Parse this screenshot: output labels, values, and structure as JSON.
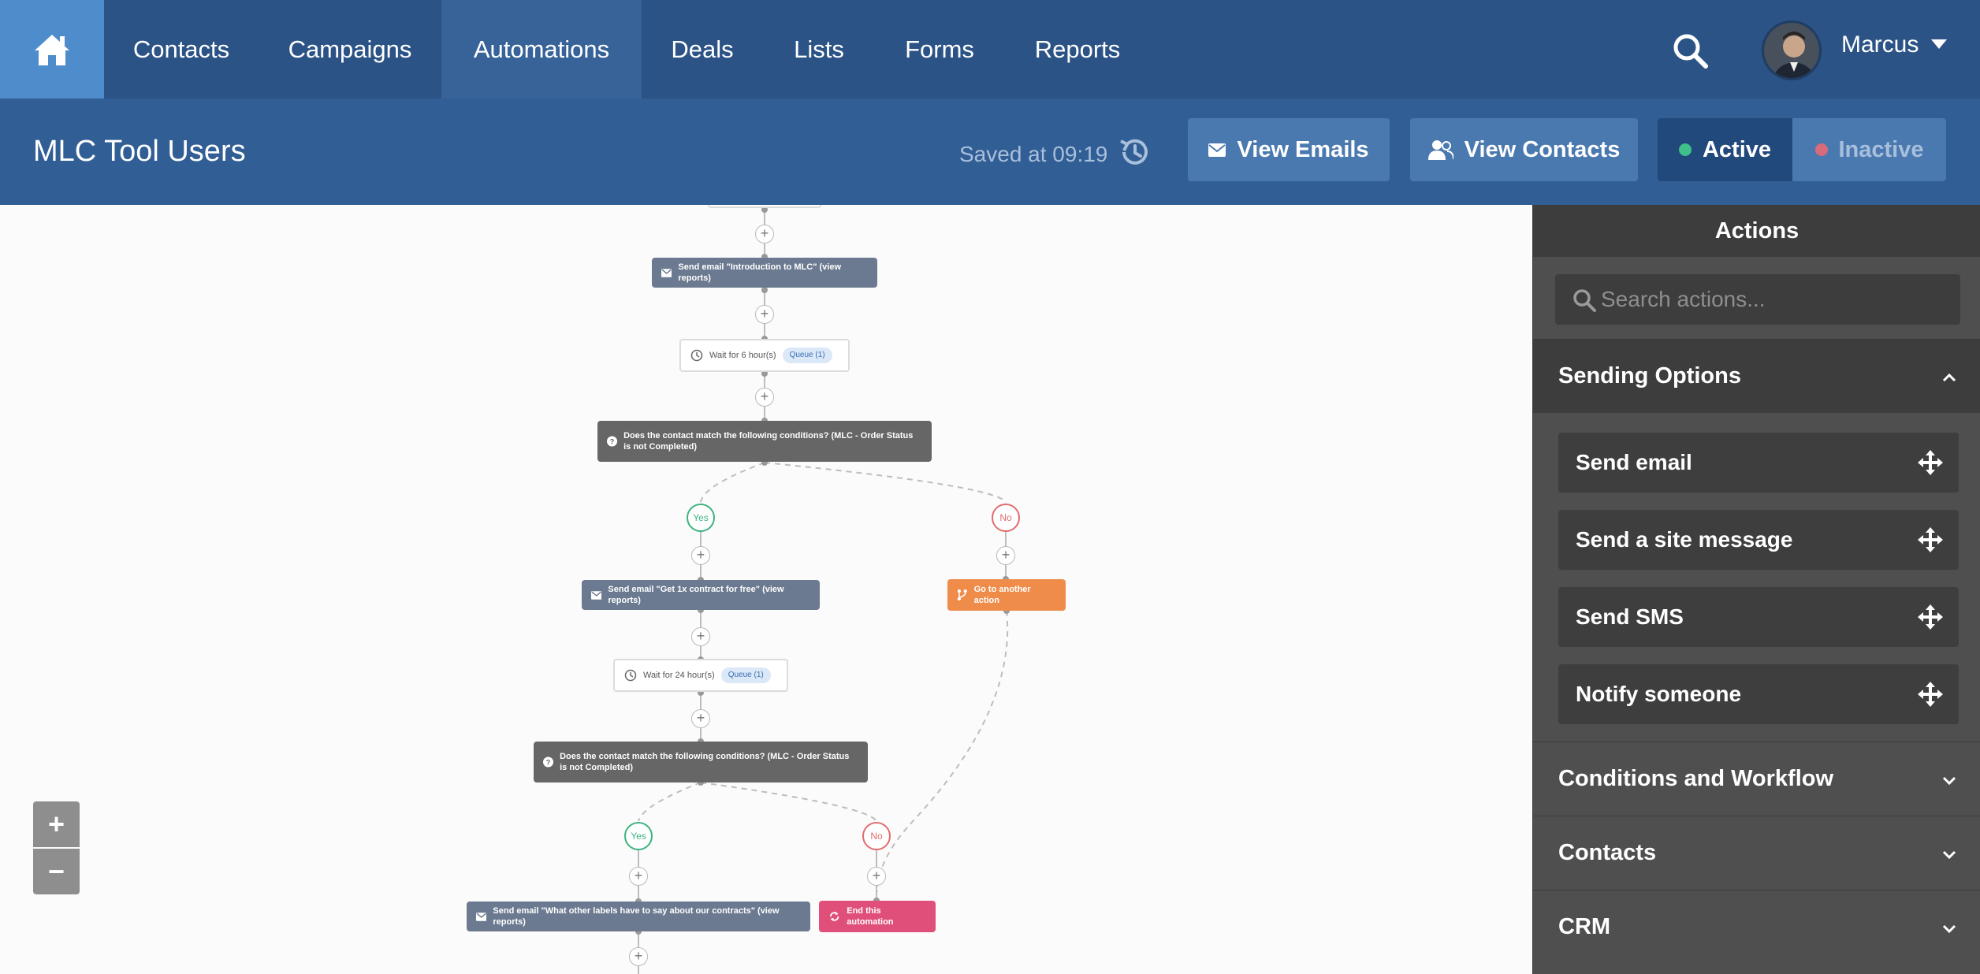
{
  "nav": {
    "home_icon": "home-icon",
    "items": [
      {
        "label": "Contacts"
      },
      {
        "label": "Campaigns"
      },
      {
        "label": "Automations",
        "active": true
      },
      {
        "label": "Deals"
      },
      {
        "label": "Lists"
      },
      {
        "label": "Forms"
      },
      {
        "label": "Reports"
      }
    ],
    "user": {
      "name": "Marcus"
    }
  },
  "header": {
    "title": "MLC Tool Users",
    "saved": "Saved at 09:19",
    "view_emails": "View Emails",
    "view_contacts": "View Contacts",
    "active": "Active",
    "inactive": "Inactive",
    "colors": {
      "active_dot": "#3fbf8a",
      "inactive_dot": "#d86b7b"
    }
  },
  "flow": {
    "email1": "Send email \"Introduction to MLC\" (view reports)",
    "wait1": "Wait for 6 hour(s)",
    "queue1": "Queue (1)",
    "cond1": "Does the contact match the following conditions? (MLC - Order Status is not Completed)",
    "yes": "Yes",
    "no": "No",
    "email2": "Send email \"Get 1x contract for free\" (view reports)",
    "goto": "Go to another action",
    "wait2": "Wait for 24 hour(s)",
    "queue2": "Queue (1)",
    "cond2": "Does the contact match the following conditions? (MLC - Order Status is not Completed)",
    "email3": "Send email \"What other labels have to say about our contracts\" (view reports)",
    "end": "End this automation",
    "plus": "+"
  },
  "zoom": {
    "in": "+",
    "out": "−"
  },
  "sidebar": {
    "title": "Actions",
    "search_placeholder": "Search actions...",
    "sections": [
      {
        "label": "Sending Options",
        "open": true
      },
      {
        "label": "Conditions and Workflow"
      },
      {
        "label": "Contacts"
      },
      {
        "label": "CRM"
      }
    ],
    "actions": [
      {
        "label": "Send email"
      },
      {
        "label": "Send a site message"
      },
      {
        "label": "Send SMS"
      },
      {
        "label": "Notify someone"
      }
    ]
  }
}
